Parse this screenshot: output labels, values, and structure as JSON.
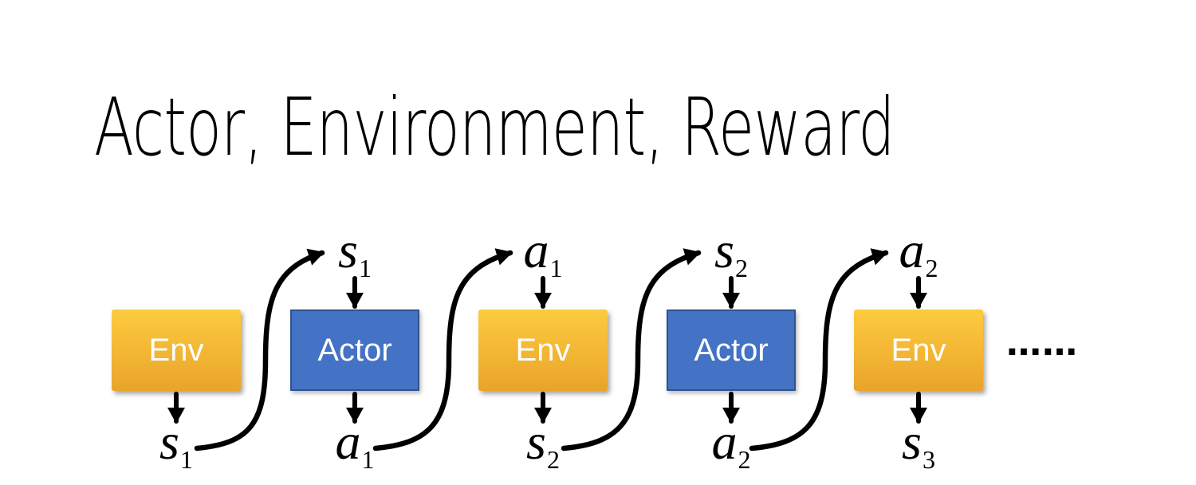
{
  "colors": {
    "background": "#ffffff",
    "title_text": "#000000",
    "env_top": "#FDCB3F",
    "env_bottom": "#E9A42B",
    "env_text": "#ffffff",
    "actor_fill": "#4472C4",
    "actor_border": "#2F528F",
    "actor_text": "#ffffff",
    "arrow": "#000000"
  },
  "slide": {
    "title": "Actor, Environment, Reward"
  },
  "diagram": {
    "boxes": [
      {
        "label": "Env"
      },
      {
        "label": "Actor"
      },
      {
        "label": "Env"
      },
      {
        "label": "Actor"
      },
      {
        "label": "Env"
      }
    ],
    "top_labels": [
      {
        "var": "s",
        "sub": "1"
      },
      {
        "var": "a",
        "sub": "1"
      },
      {
        "var": "s",
        "sub": "2"
      },
      {
        "var": "a",
        "sub": "2"
      }
    ],
    "bottom_labels": [
      {
        "var": "s",
        "sub": "1"
      },
      {
        "var": "a",
        "sub": "1"
      },
      {
        "var": "s",
        "sub": "2"
      },
      {
        "var": "a",
        "sub": "2"
      },
      {
        "var": "s",
        "sub": "3"
      }
    ],
    "ellipsis": "……"
  }
}
